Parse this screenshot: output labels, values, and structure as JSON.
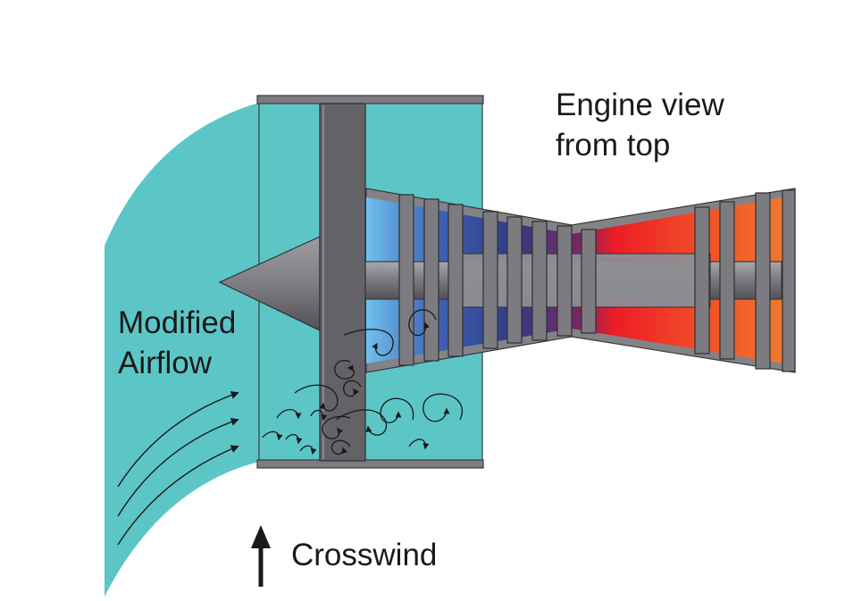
{
  "labels": {
    "engine_view_line1": "Engine view",
    "engine_view_line2": "from top",
    "modified_airflow_line1": "Modified",
    "modified_airflow_line2": "Airflow",
    "crosswind": "Crosswind"
  },
  "colors": {
    "airflow_teal": "#5cc6c7",
    "metal_gray": "#7c7c80",
    "metal_dark": "#4a4a4e",
    "compressor_light_blue": "#6fc0ee",
    "compressor_dark_blue": "#303c86",
    "combustor_red": "#ee1c25",
    "turbine_orange": "#f07d2c",
    "arrow_black": "#1a1a1a"
  }
}
